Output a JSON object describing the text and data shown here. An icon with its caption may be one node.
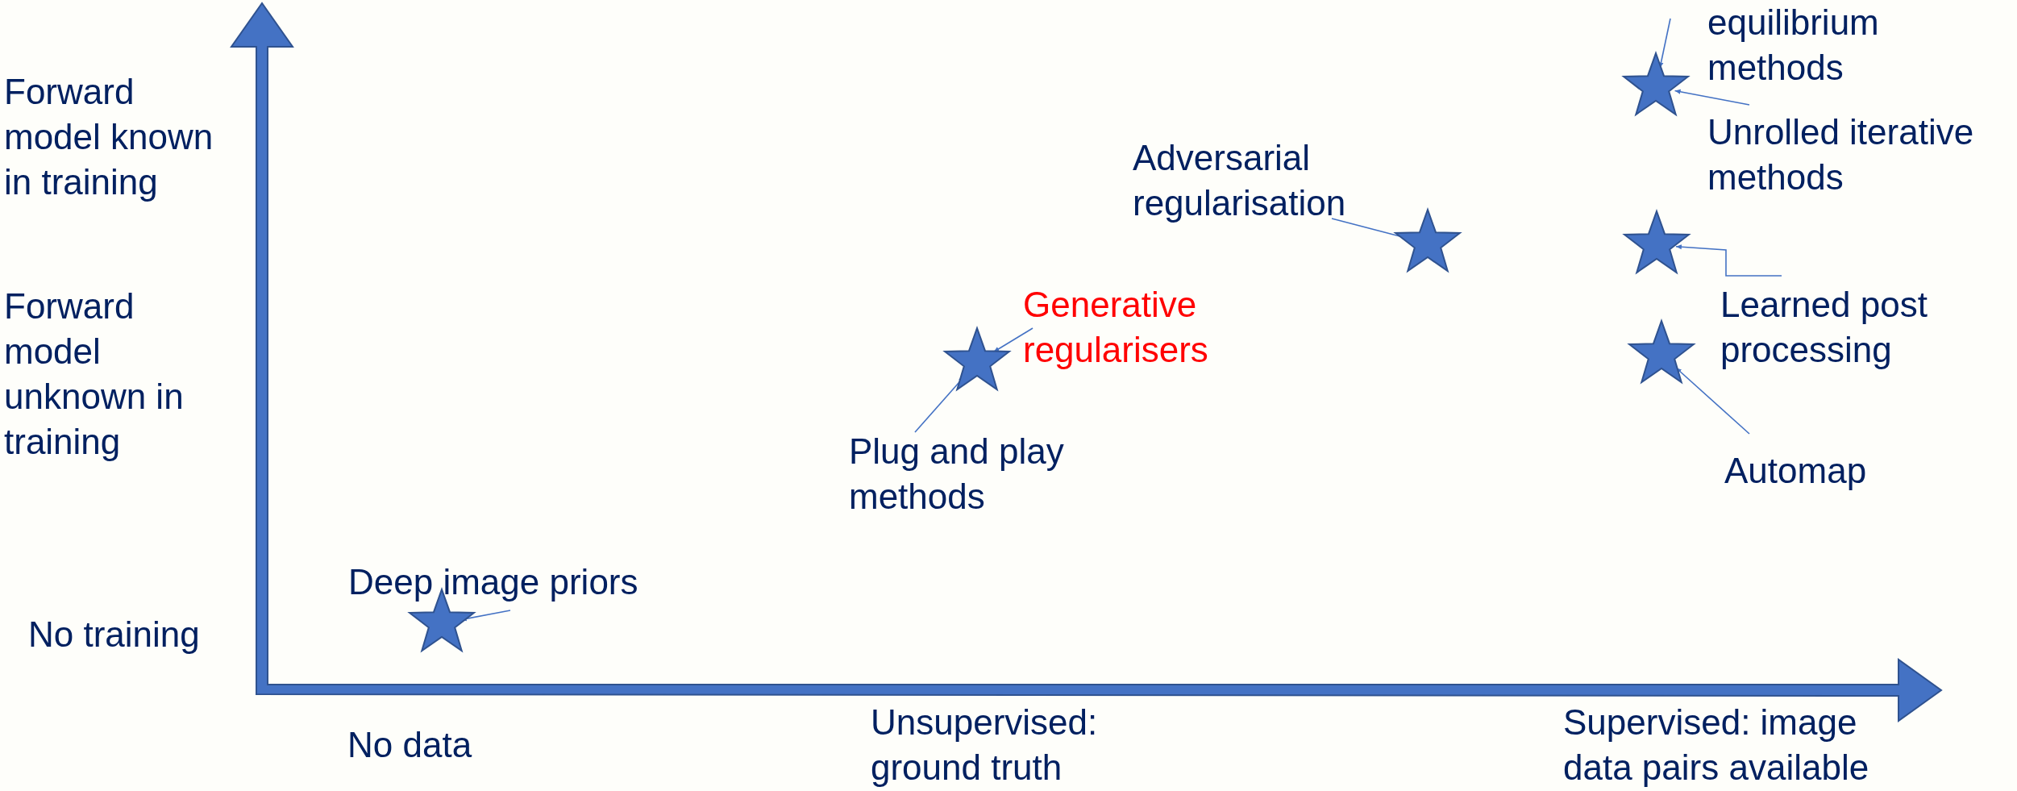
{
  "diagram": {
    "nodes": [
      {
        "text": [
          "equilibrium methods"
        ]
      },
      {
        "text": [],
        "shape": "star"
      },
      {
        "text": [
          "Unrolled iterative methods"
        ]
      },
      {
        "text": [
          "Adversarial regularisation"
        ]
      },
      {
        "text": [],
        "shape": "star"
      },
      {
        "text": [],
        "shape": "star"
      },
      {
        "text": [
          "Generative regularisers"
        ]
      },
      {
        "text": [],
        "shape": "star"
      },
      {
        "text": [
          "Learned post processing"
        ]
      },
      {
        "text": [],
        "shape": "star"
      },
      {
        "text": [
          "Plug and play methods"
        ]
      },
      {
        "text": [
          "Automap"
        ]
      },
      {
        "text": [
          "Deep image priors"
        ]
      },
      {
        "text": [],
        "shape": "star"
      }
    ],
    "edges": [
      {
        "from": 0,
        "to": 1,
        "arrow": "to"
      },
      {
        "from": 2,
        "to": 1,
        "arrow": "to"
      },
      {
        "from": 3,
        "to": 4,
        "arrow": "to"
      },
      {
        "from": 8,
        "to": 5,
        "arrow": "to"
      },
      {
        "from": 6,
        "to": 7,
        "arrow": "to"
      },
      {
        "from": 10,
        "to": 7,
        "arrow": "to"
      },
      {
        "from": 11,
        "to": 9,
        "arrow": "to"
      },
      {
        "from": 12,
        "to": 13,
        "arrow": "to"
      }
    ],
    "labels": [
      "Forward model known in training",
      "Forward model unknown in training",
      "No training",
      "No data",
      "Unsupervised: ground truth",
      "Supervised: image data pairs available"
    ]
  }
}
